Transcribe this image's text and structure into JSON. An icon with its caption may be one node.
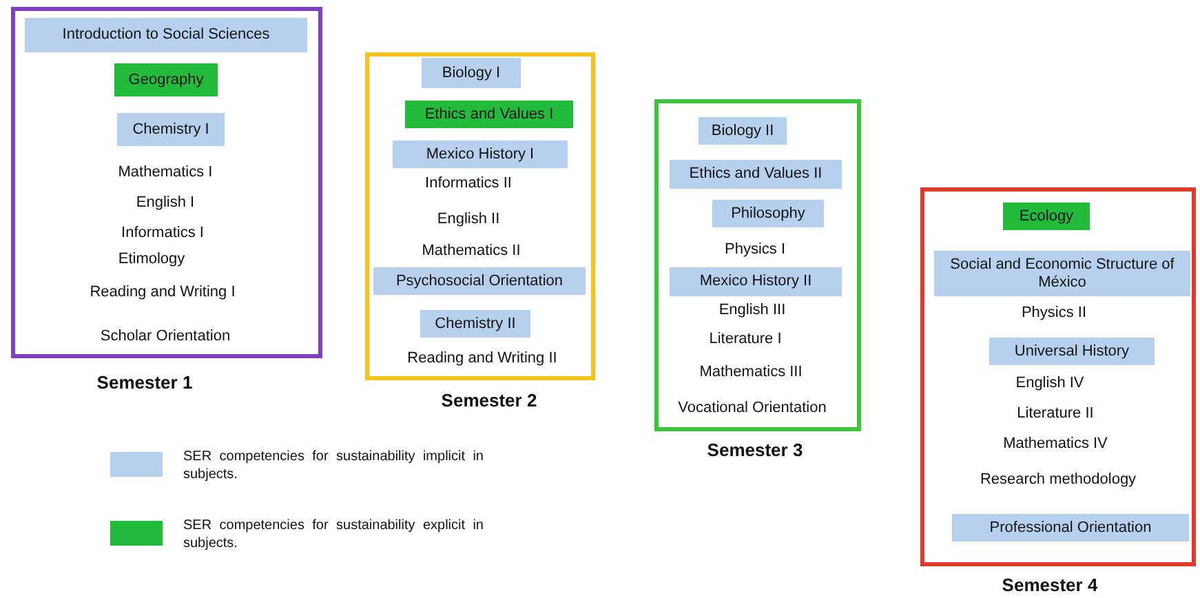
{
  "diagram": {
    "nodes": [
      {
        "text": [],
        "shape": "box",
        "beside": [
          "Semester 1"
        ]
      },
      {
        "text": [
          "Introduction to Social Sciences"
        ],
        "in": 0
      },
      {
        "text": [
          "Geography"
        ],
        "in": 0
      },
      {
        "text": [
          "Chemistry I"
        ],
        "in": 0
      },
      {
        "text": [],
        "shape": "box",
        "beside": [
          "Semester 2"
        ]
      },
      {
        "text": [
          "Biology I"
        ],
        "in": 4
      },
      {
        "text": [
          "Ethics and Values I"
        ],
        "in": 4
      },
      {
        "text": [
          "Mexico History I"
        ],
        "in": 4
      },
      {
        "text": [
          "Psychosocial Orientation"
        ],
        "in": 4
      },
      {
        "text": [
          "Chemistry II"
        ],
        "in": 4
      },
      {
        "text": [],
        "shape": "box",
        "beside": [
          "Semester 3"
        ]
      },
      {
        "text": [
          "Biology II"
        ],
        "in": 10
      },
      {
        "text": [
          "Ethics and Values II"
        ],
        "in": 10
      },
      {
        "text": [
          "Philosophy"
        ],
        "in": 10
      },
      {
        "text": [
          "Mexico History II"
        ],
        "in": 10
      },
      {
        "text": [],
        "shape": "box",
        "beside": [
          "Semester 4"
        ]
      },
      {
        "text": [
          "Ecology"
        ],
        "in": 15
      },
      {
        "text": [
          "Social and Economic Structure of México"
        ],
        "in": 15
      },
      {
        "text": [
          "Universal History"
        ],
        "in": 15
      },
      {
        "text": [
          "Professional Orientation"
        ],
        "in": 15
      }
    ],
    "labels": [
      "Mathematics I",
      "English I",
      "Informatics I",
      "Etimology",
      "Reading and Writing I",
      "Scholar Orientation",
      "Informatics II",
      "English II",
      "Mathematics II",
      "Reading and Writing II",
      "Physics I",
      "English III",
      "Literature I",
      "Mathematics III",
      "Vocational Orientation",
      "Physics II",
      "English IV",
      "Literature II",
      "Mathematics IV",
      "Research methodology"
    ],
    "legend": [
      {
        "text": "SER competencies for sustainability implicit in subjects.",
        "color": "#b7d0ee"
      },
      {
        "text": "SER competencies for sustainability explicit in subjects.",
        "color": "#22bb3c"
      }
    ]
  }
}
